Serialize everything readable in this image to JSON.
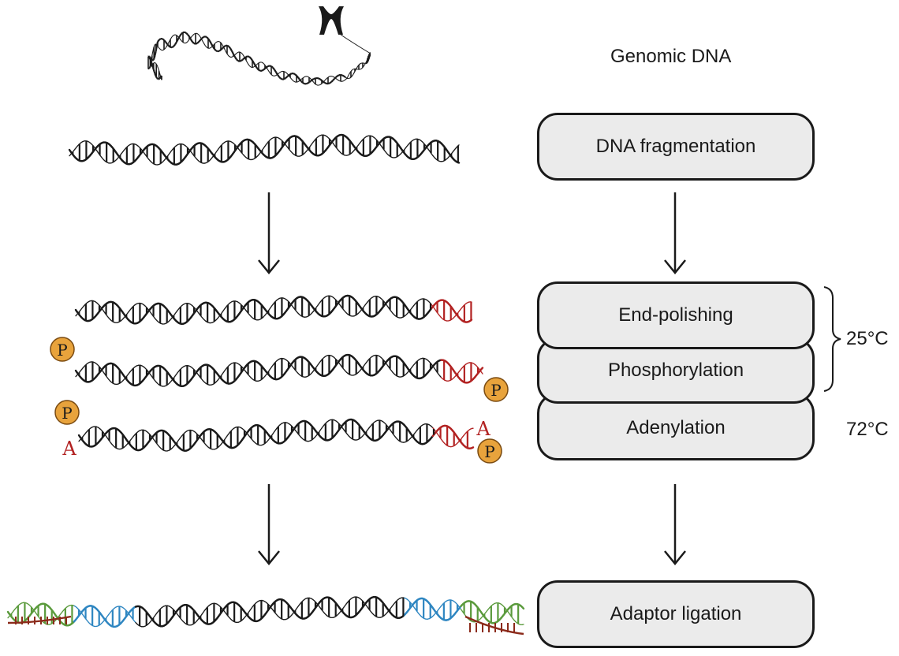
{
  "labels": {
    "genomic": "Genomic DNA",
    "temp_25": "25°C",
    "temp_72": "72°C",
    "phosphate": "P",
    "adenine": "A"
  },
  "steps": {
    "fragmentation": "DNA fragmentation",
    "end_polishing": "End-polishing",
    "phosphorylation": "Phosphorylation",
    "adenylation": "Adenylation",
    "adaptor_ligation": "Adaptor ligation"
  },
  "colors": {
    "dna": "#1a1a1a",
    "polished_end": "#b22222",
    "phosphate_fill": "#e8a33c",
    "adapter_green": "#5a9a3c",
    "adapter_red": "#8b2a1a",
    "adapter_blue": "#2e86c1",
    "box_fill": "#ebebeb"
  }
}
